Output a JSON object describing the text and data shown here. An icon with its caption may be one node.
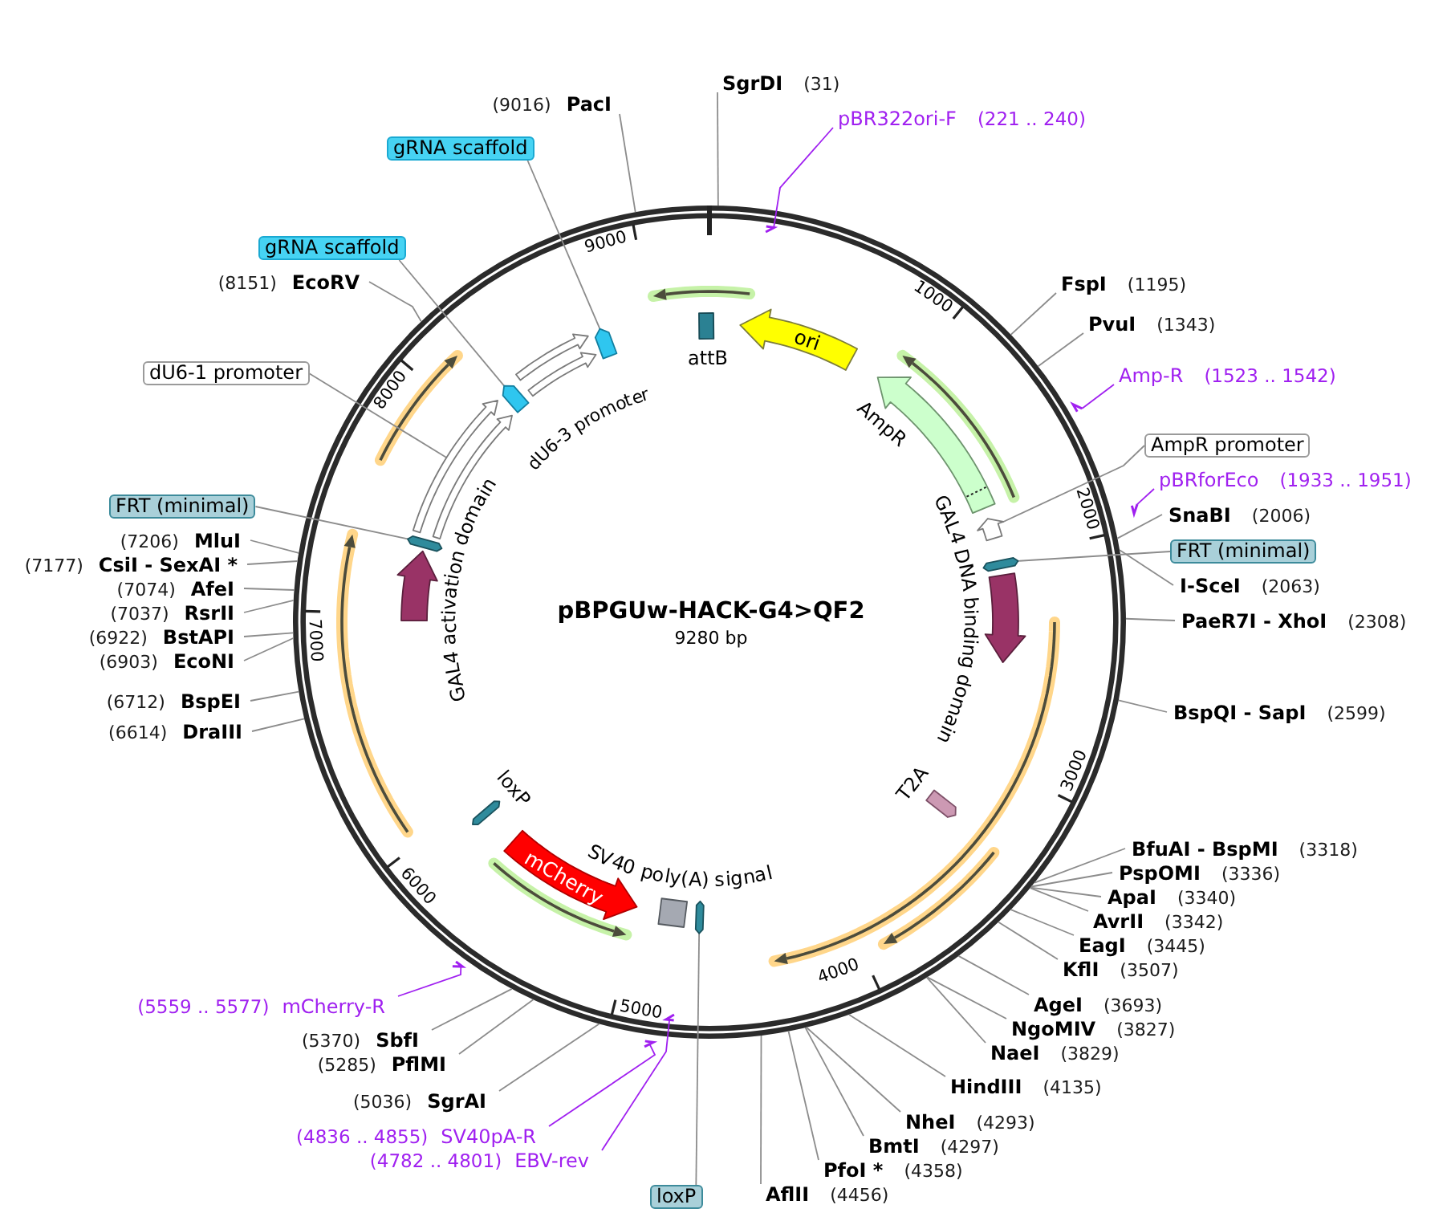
{
  "diagram": {
    "title": "pBPGUw-HACK-G4>QF2",
    "nodes": [
      {
        "text": [
          "SgrDI",
          "(31)"
        ]
      },
      {
        "text": [
          "(9016)",
          "PacI"
        ]
      },
      {
        "text": [
          "pBR322ori-F",
          "(221 .. 240)"
        ]
      },
      {
        "text": [
          "gRNA scaffold"
        ]
      },
      {
        "text": [
          "gRNA scaffold"
        ]
      },
      {
        "text": [
          "(8151)",
          "EcoRV"
        ]
      },
      {
        "text": [
          "FspI",
          "(1195)"
        ]
      },
      {
        "text": [
          "PvuI",
          "(1343)"
        ]
      },
      {
        "text": [
          "dU6-1 promoter"
        ]
      },
      {
        "text": [
          "Amp-R",
          "(1523 .. 1542)"
        ]
      },
      {
        "text": [
          "AmpR promoter"
        ]
      },
      {
        "text": [
          "pBRforEco",
          "(1933 .. 1951)"
        ]
      },
      {
        "text": [
          "FRT (minimal)"
        ]
      },
      {
        "text": [
          "SnaBI",
          "(2006)"
        ]
      },
      {
        "text": [
          "(7206)",
          "MluI"
        ]
      },
      {
        "text": [
          "FRT (minimal)"
        ]
      },
      {
        "text": [
          "(7177)",
          "CsiI - SexAI *"
        ]
      },
      {
        "text": [
          "I-SceI",
          "(2063)"
        ]
      },
      {
        "text": [
          "(7074)",
          "AfeI"
        ]
      },
      {
        "text": [
          "(7037)",
          "RsrII"
        ]
      },
      {
        "text": [
          "PaeR7I - XhoI",
          "(2308)"
        ]
      },
      {
        "text": [
          "(6922)",
          "BstAPI"
        ]
      },
      {
        "text": [
          "(6903)",
          "EcoNI"
        ]
      },
      {
        "text": [
          "(6712)",
          "BspEI"
        ]
      },
      {
        "text": [
          "BspQI - SapI",
          "(2599)"
        ]
      },
      {
        "text": [
          "(6614)",
          "DraIII"
        ]
      },
      {
        "text": [
          "BfuAI - BspMI",
          "(3318)"
        ]
      },
      {
        "text": [
          "PspOMI",
          "(3336)"
        ]
      },
      {
        "text": [
          "ApaI",
          "(3340)"
        ]
      },
      {
        "text": [
          "AvrII",
          "(3342)"
        ]
      },
      {
        "text": [
          "EagI",
          "(3445)"
        ]
      },
      {
        "text": [
          "KflI",
          "(3507)"
        ]
      },
      {
        "text": [
          "AgeI",
          "(3693)"
        ]
      },
      {
        "text": [
          "(5559 .. 5577)",
          "mCherry-R"
        ]
      },
      {
        "text": [
          "NgoMIV",
          "(3827)"
        ]
      },
      {
        "text": [
          "(5370)",
          "SbfI"
        ]
      },
      {
        "text": [
          "NaeI",
          "(3829)"
        ]
      },
      {
        "text": [
          "(5285)",
          "PflMI"
        ]
      },
      {
        "text": [
          "HindIII",
          "(4135)"
        ]
      },
      {
        "text": [
          "(5036)",
          "SgrAI"
        ]
      },
      {
        "text": [
          "NheI",
          "(4293)"
        ]
      },
      {
        "text": [
          "(4836 .. 4855)",
          "SV40pA-R"
        ]
      },
      {
        "text": [
          "BmtI",
          "(4297)"
        ]
      },
      {
        "text": [
          "(4782 .. 4801)",
          "EBV-rev"
        ]
      },
      {
        "text": [
          "PfoI *",
          "(4358)"
        ]
      },
      {
        "text": [
          "AflII",
          "(4456)"
        ]
      },
      {
        "text": [
          "loxP"
        ]
      },
      {
        "text": [
          "attB"
        ]
      },
      {
        "text": [
          "ori"
        ]
      },
      {
        "text": [
          "AmpR"
        ]
      },
      {
        "text": [],
        "shape": "arrow"
      },
      {
        "text": [],
        "shape": "arrow"
      },
      {
        "text": [
          "GAL4 DNA binding domain"
        ]
      },
      {
        "text": [
          "T2A"
        ]
      },
      {
        "text": [],
        "shape": "arrow"
      },
      {
        "text": [
          "SV40 poly(A) signal"
        ]
      },
      {
        "text": [
          "mCherry"
        ]
      },
      {
        "text": [
          "loxP"
        ]
      },
      {
        "text": [
          "GAL4 activation domain"
        ]
      },
      {
        "text": [],
        "shape": "arrow"
      },
      {
        "text": [],
        "shape": "arrow"
      },
      {
        "text": [],
        "shape": "arrow"
      },
      {
        "text": [],
        "shape": "arrow"
      },
      {
        "text": [],
        "shape": "arrow"
      },
      {
        "text": [
          "dU6-3 promoter"
        ]
      },
      {
        "text": [],
        "shape": "arrow"
      },
      {
        "text": [],
        "shape": "arrow"
      },
      {
        "text": [],
        "shape": "arrow"
      },
      {
        "text": [],
        "shape": "arrow"
      },
      {
        "text": [],
        "shape": "arrow"
      },
      {
        "text": [],
        "shape": "arrow"
      },
      {
        "text": [],
        "shape": "arrow"
      }
    ],
    "edges": [
      {
        "from": 0,
        "to": null,
        "arrow": "none"
      },
      {
        "from": 1,
        "to": null,
        "arrow": "none"
      },
      {
        "from": 2,
        "to": 66,
        "arrow": "none",
        "color": "#a020f0"
      },
      {
        "from": 3,
        "to": 65,
        "arrow": "none"
      },
      {
        "from": 4,
        "to": 62,
        "arrow": "none"
      },
      {
        "from": 5,
        "to": null,
        "arrow": "none"
      },
      {
        "from": 6,
        "to": null,
        "arrow": "none"
      },
      {
        "from": 7,
        "to": null,
        "arrow": "none"
      },
      {
        "from": 8,
        "to": 60,
        "arrow": "none"
      },
      {
        "from": 9,
        "to": 67,
        "arrow": "none",
        "color": "#a020f0"
      },
      {
        "from": 10,
        "to": 50,
        "arrow": "none"
      },
      {
        "from": 11,
        "to": 68,
        "arrow": "none",
        "color": "#a020f0"
      },
      {
        "from": 12,
        "to": 59,
        "arrow": "none"
      },
      {
        "from": 13,
        "to": null,
        "arrow": "none"
      },
      {
        "from": 14,
        "to": null,
        "arrow": "none"
      },
      {
        "from": 15,
        "to": 51,
        "arrow": "none"
      },
      {
        "from": 16,
        "to": null,
        "arrow": "none"
      },
      {
        "from": 17,
        "to": null,
        "arrow": "none"
      },
      {
        "from": 18,
        "to": null,
        "arrow": "none"
      },
      {
        "from": 19,
        "to": null,
        "arrow": "none"
      },
      {
        "from": 20,
        "to": null,
        "arrow": "none"
      },
      {
        "from": 21,
        "to": null,
        "arrow": "none"
      },
      {
        "from": 22,
        "to": null,
        "arrow": "none"
      },
      {
        "from": 23,
        "to": null,
        "arrow": "none"
      },
      {
        "from": 24,
        "to": null,
        "arrow": "none"
      },
      {
        "from": 25,
        "to": null,
        "arrow": "none"
      },
      {
        "from": 26,
        "to": null,
        "arrow": "none"
      },
      {
        "from": 27,
        "to": null,
        "arrow": "none"
      },
      {
        "from": 28,
        "to": null,
        "arrow": "none"
      },
      {
        "from": 29,
        "to": null,
        "arrow": "none"
      },
      {
        "from": 30,
        "to": null,
        "arrow": "none"
      },
      {
        "from": 31,
        "to": null,
        "arrow": "none"
      },
      {
        "from": 32,
        "to": null,
        "arrow": "none"
      },
      {
        "from": 33,
        "to": 69,
        "arrow": "none",
        "color": "#a020f0"
      },
      {
        "from": 34,
        "to": null,
        "arrow": "none"
      },
      {
        "from": 35,
        "to": null,
        "arrow": "none"
      },
      {
        "from": 36,
        "to": null,
        "arrow": "none"
      },
      {
        "from": 37,
        "to": null,
        "arrow": "none"
      },
      {
        "from": 38,
        "to": null,
        "arrow": "none"
      },
      {
        "from": 39,
        "to": null,
        "arrow": "none"
      },
      {
        "from": 40,
        "to": null,
        "arrow": "none"
      },
      {
        "from": 41,
        "to": 70,
        "arrow": "none",
        "color": "#a020f0"
      },
      {
        "from": 42,
        "to": null,
        "arrow": "none"
      },
      {
        "from": 43,
        "to": 71,
        "arrow": "none",
        "color": "#a020f0"
      },
      {
        "from": 44,
        "to": null,
        "arrow": "none"
      },
      {
        "from": 45,
        "to": null,
        "arrow": "none"
      },
      {
        "from": 46,
        "to": 54,
        "arrow": "none"
      }
    ],
    "labels": [
      "9000",
      "1000",
      "8000",
      "2000",
      "7000",
      "9280 bp",
      "3000",
      "6000",
      "4000",
      "5000"
    ]
  }
}
